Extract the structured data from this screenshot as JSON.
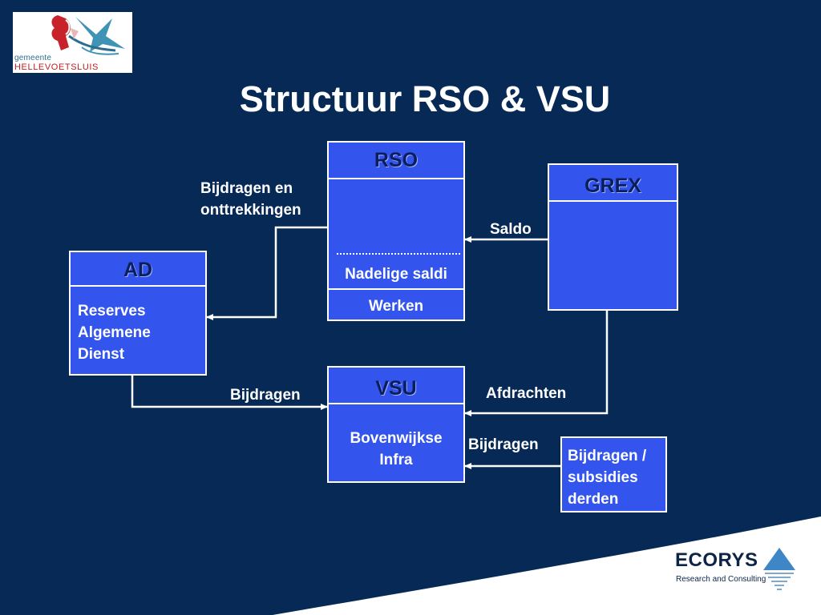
{
  "logo": {
    "municipality_prefix": "gemeente",
    "municipality_name": "HELLEVOETSLUIS"
  },
  "title": "Structuur RSO & VSU",
  "boxes": {
    "rso": {
      "heading": "RSO",
      "row1": "Nadelige saldi",
      "row2": "Werken"
    },
    "grex": {
      "heading": "GREX"
    },
    "ad": {
      "heading": "AD",
      "line1": "Reserves",
      "line2": "Algemene",
      "line3": "Dienst"
    },
    "vsu": {
      "heading": "VSU",
      "line1": "Bovenwijkse",
      "line2": "Infra"
    },
    "derden": {
      "line1": "Bijdragen /",
      "line2": "subsidies",
      "line3": "derden"
    }
  },
  "connectors": {
    "ad_rso_line1": "Bijdragen en",
    "ad_rso_line2": "onttrekkingen",
    "grex_rso": "Saldo",
    "ad_vsu": "Bijdragen",
    "grex_vsu": "Afdrachten",
    "derden_vsu": "Bijdragen"
  },
  "footer_logo": {
    "name": "ECORYS",
    "tagline": "Research and Consulting"
  },
  "colors": {
    "background": "#062a55",
    "box_fill": "#3355ee",
    "heading_text": "#0b1e5c"
  }
}
